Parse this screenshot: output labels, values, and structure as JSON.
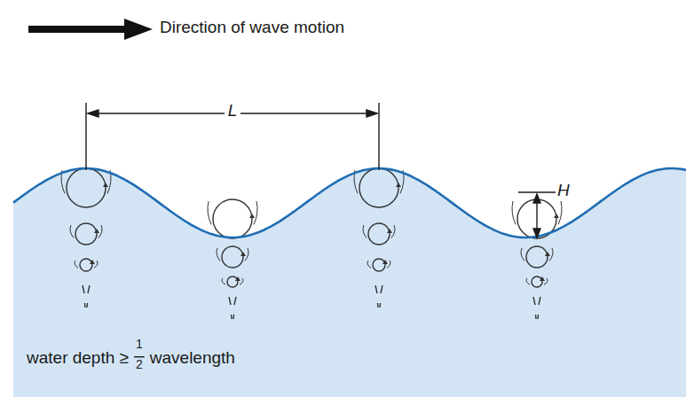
{
  "diagram": {
    "labels": [
      "Direction of wave motion",
      "L",
      "H",
      "water depth ≥",
      "1",
      "2",
      "wavelength"
    ]
  }
}
